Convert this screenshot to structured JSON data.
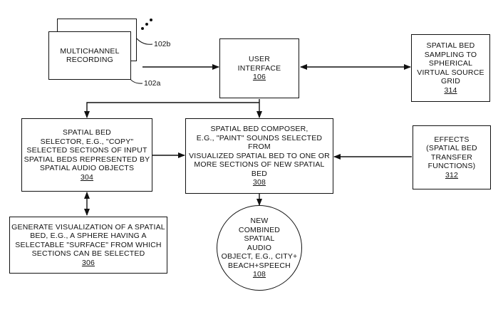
{
  "multichannel": {
    "line1": "MULTICHANNEL",
    "line2": "RECORDING",
    "ref_b": "102b",
    "ref_a": "102a"
  },
  "user_interface": {
    "line1": "USER",
    "line2": "INTERFACE",
    "ref": "106"
  },
  "sampling": {
    "line1": "SPATIAL BED",
    "line2": "SAMPLING TO",
    "line3": "SPHERICAL",
    "line4": "VIRTUAL SOURCE",
    "line5": "GRID",
    "ref": "314"
  },
  "selector": {
    "line1": "SPATIAL BED",
    "line2": "SELECTOR, E.G., \"COPY\"",
    "line3": "SELECTED SECTIONS OF INPUT",
    "line4": "SPATIAL BEDS REPRESENTED BY",
    "line5": "SPATIAL AUDIO OBJECTS",
    "ref": "304"
  },
  "composer": {
    "line1": "SPATIAL BED COMPOSER,",
    "line2": "E.G., \"PAINT\" SOUNDS SELECTED FROM",
    "line3": "VISUALIZED SPATIAL BED TO ONE OR",
    "line4": "MORE SECTIONS OF NEW SPATIAL BED",
    "ref": "308"
  },
  "effects": {
    "line1": "EFFECTS",
    "line2": "(SPATIAL BED",
    "line3": "TRANSFER",
    "line4": "FUNCTIONS)",
    "ref": "312"
  },
  "visualization": {
    "line1": "GENERATE VISUALIZATION OF A SPATIAL",
    "line2": "BED, E.G., A SPHERE HAVING A",
    "line3": "SELECTABLE \"SURFACE\" FROM WHICH",
    "line4": "SECTIONS CAN BE SELECTED",
    "ref": "306"
  },
  "new_object": {
    "line1": "NEW",
    "line2": "COMBINED",
    "line3": "SPATIAL",
    "line4": "AUDIO",
    "line5": "OBJECT, E.G., CITY+",
    "line6": "BEACH+SPEECH",
    "ref": "108"
  }
}
